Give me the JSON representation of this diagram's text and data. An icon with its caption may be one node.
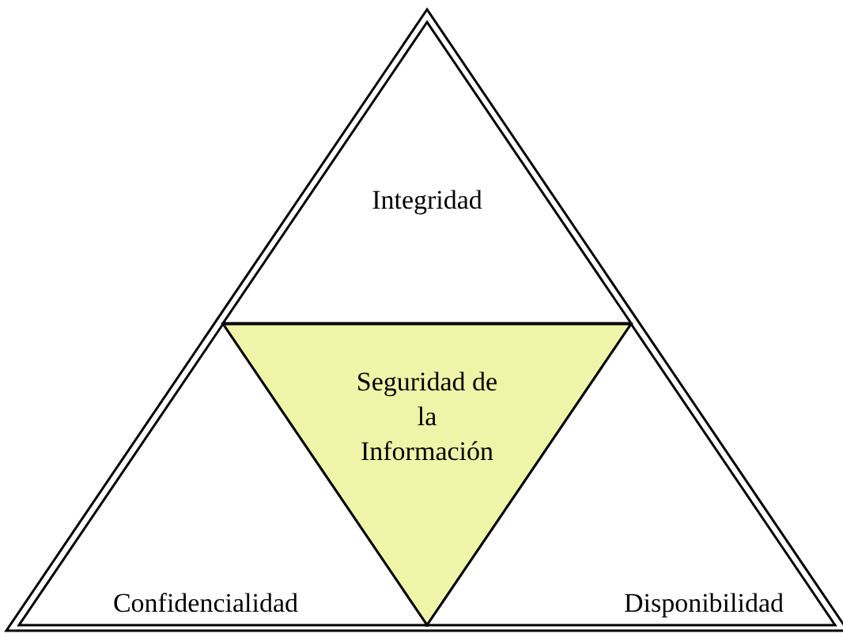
{
  "diagram": {
    "nodes": [
      {
        "text": [
          "Integridad"
        ]
      },
      {
        "text": [
          "Seguridad de la Información"
        ]
      },
      {
        "text": [
          "Confidencialidad"
        ]
      },
      {
        "text": [
          "Disponibilidad"
        ]
      }
    ]
  }
}
